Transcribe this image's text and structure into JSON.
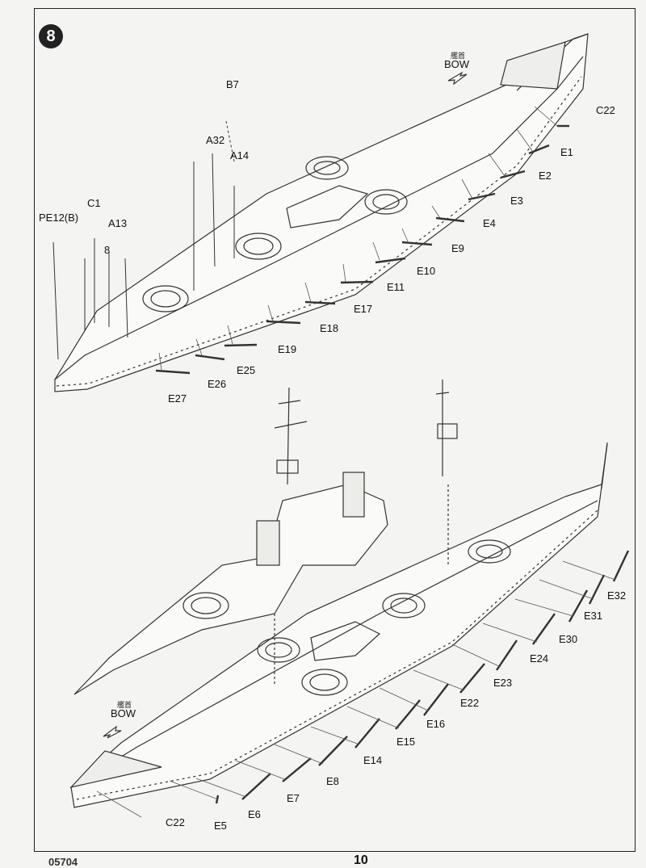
{
  "step": "8",
  "page_number": "10",
  "catalog_fragment": "05704",
  "bow_cn": "艦首",
  "bow": "BOW",
  "upper_labels": {
    "B7": "B7",
    "A32": "A32",
    "A14": "A14",
    "C1": "C1",
    "A13": "A13",
    "num8": "8",
    "PE12B": "PE12(B)",
    "C22": "C22",
    "E1": "E1",
    "E2": "E2",
    "E3": "E3",
    "E4": "E4",
    "E9": "E9",
    "E10": "E10",
    "E11": "E11",
    "E17": "E17",
    "E18": "E18",
    "E19": "E19",
    "E25": "E25",
    "E26": "E26",
    "E27": "E27"
  },
  "lower_labels": {
    "E32": "E32",
    "E31": "E31",
    "E30": "E30",
    "E24": "E24",
    "E23": "E23",
    "E22": "E22",
    "E16": "E16",
    "E15": "E15",
    "E14": "E14",
    "E8": "E8",
    "E7": "E7",
    "E6": "E6",
    "E5": "E5",
    "C22": "C22"
  }
}
